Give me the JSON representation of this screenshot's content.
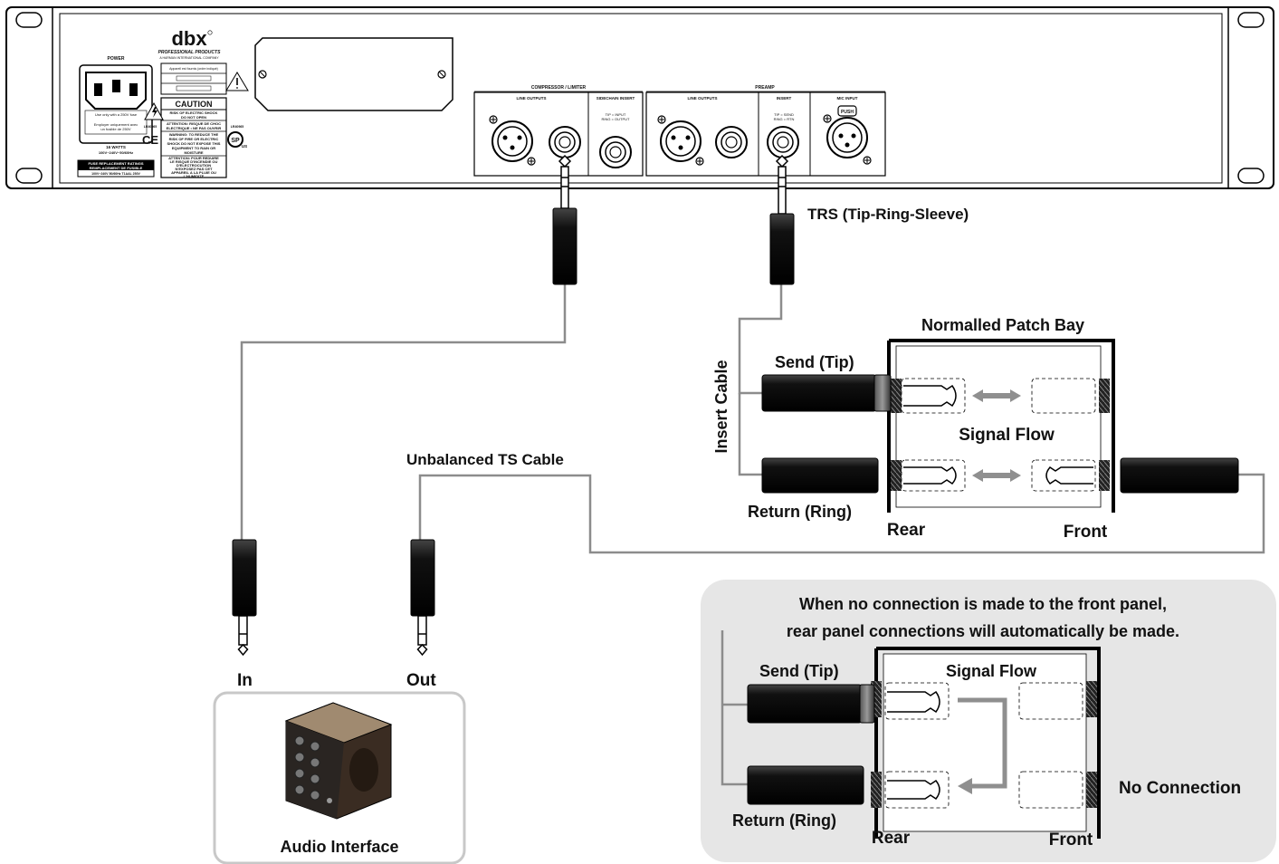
{
  "rack_unit": {
    "brand": "dbx",
    "brand_sub": "PROFESSIONAL PRODUCTS",
    "brand_sub2": "A HARMAN INTERNATIONAL COMPANY",
    "power_label": "POWER",
    "fuse_note_1": "Use only with a 250V fuse",
    "fuse_note_2": "Employer uniquement avec",
    "fuse_note_3": "un fusible de 250V",
    "watts": "16 WATTS",
    "voltage": "100V~240V~50/60Hz",
    "fuse_replacement": "FUSE REPLACEMENT RATINGS",
    "fuse_replacement_fr": "REMPLACEMENT DE FUSIBLE",
    "fuse_spec": "100V~240V 50/60Hz   T1AAL 250V",
    "appareil": "Appareil est fournis (ordre indiqué)",
    "caution": "CAUTION",
    "caution_1": "RISK OF ELECTRIC SHOCK",
    "caution_2": "DO NOT OPEN",
    "caution_3": "ATTENTION: RISQUE DE CHOC",
    "caution_4": "ELECTRIQUE • NE PAS OUVRIR",
    "warn_1": "WARNING: TO REDUCE THE",
    "warn_2": "RISK OF FIRE OR ELECTRIC",
    "warn_3": "SHOCK DO NOT EXPOSE THIS",
    "warn_4": "EQUIPMENT TO RAIN OR",
    "warn_5": "MOISTURE",
    "warn_6": "ATTENTION: POUR REDUIRE",
    "warn_7": "LE RISQUE D'INCENDIE OU",
    "warn_8": "D'ELECTROCUTION",
    "warn_9": "N'EXPOSEZ PAS CET",
    "warn_10": "APPAREIL A LA PLUIE OU",
    "warn_11": "L'HUMIDITE",
    "ce_mark": "CE",
    "csa": "LR40965",
    "csa_mark": "SP",
    "csa_us": "US",
    "comp_header": "COMPRESSOR / LIMITER",
    "comp_line_outputs": "LINE OUTPUTS",
    "sidechain_insert": "SIDECHAIN INSERT",
    "sidechain_tip": "TIP = INPUT",
    "sidechain_ring": "RING = OUTPUT",
    "preamp_header": "PREAMP",
    "preamp_line_outputs": "LINE OUTPUTS",
    "preamp_insert": "INSERT",
    "insert_tip": "TIP = SEND",
    "insert_ring": "RING = RTN",
    "mic_input": "MIC INPUT",
    "push": "PUSH"
  },
  "labels": {
    "trs": "TRS (Tip-Ring-Sleeve)",
    "normalled_patch_bay": "Normalled Patch Bay",
    "insert_cable": "Insert Cable",
    "send_tip": "Send (Tip)",
    "return_ring": "Return (Ring)",
    "signal_flow": "Signal Flow",
    "rear": "Rear",
    "front": "Front",
    "unbalanced_ts": "Unbalanced TS Cable",
    "in": "In",
    "out": "Out",
    "audio_interface": "Audio Interface"
  },
  "note_box": {
    "line1": "When no connection is made to the front panel,",
    "line2": "rear panel connections will automatically be made.",
    "send_tip": "Send (Tip)",
    "signal_flow": "Signal Flow",
    "return_ring": "Return (Ring)",
    "rear": "Rear",
    "front": "Front",
    "no_connection": "No Connection"
  },
  "colors": {
    "cable": "#8c8c8c",
    "plug": "#0d0d0d",
    "arrow": "#8f8f8f",
    "note_bg": "#e6e6e6",
    "interface_border": "#c8c8c8"
  }
}
